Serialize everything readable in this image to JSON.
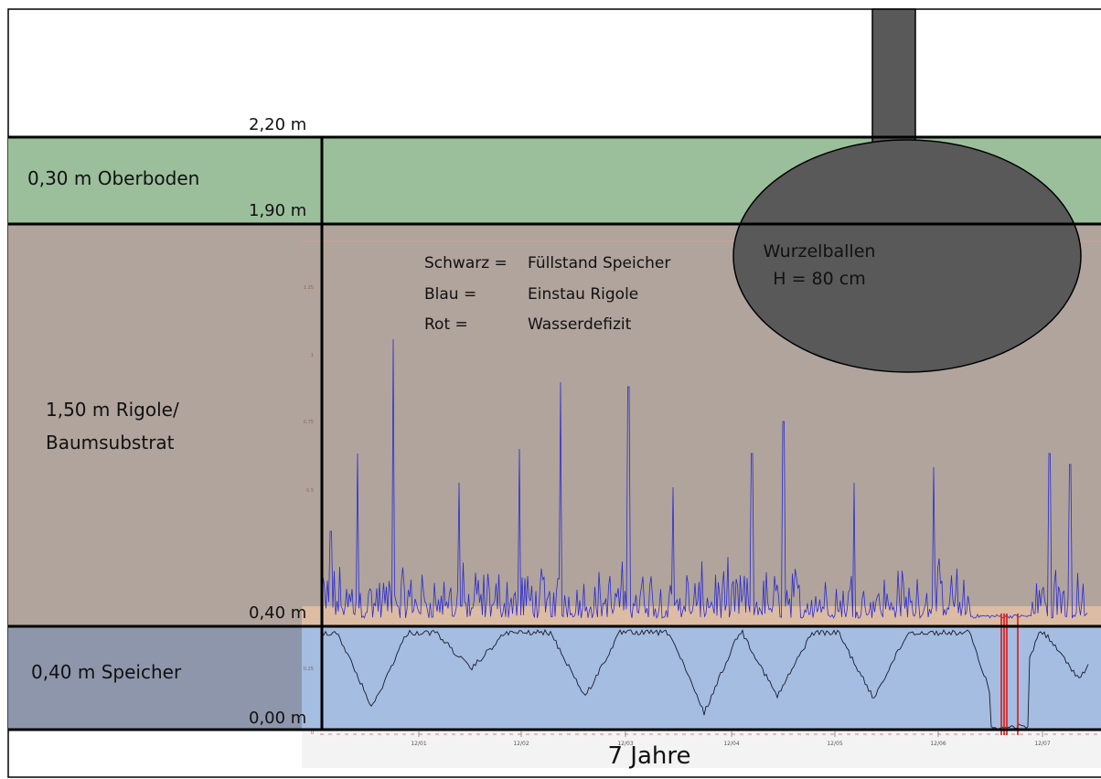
{
  "layers": {
    "top_level": "2,20 m",
    "oberboden": {
      "label": "0,30 m Oberboden",
      "bottom": "1,90 m"
    },
    "rigole": {
      "label_line1": "1,50 m Rigole/",
      "label_line2": "Baumsubstrat",
      "bottom": "0,40 m"
    },
    "speicher": {
      "label": "0,40 m Speicher",
      "bottom": "0,00 m"
    }
  },
  "tree": {
    "line1": "Wurzelballen",
    "line2": "H = 80 cm"
  },
  "legend": [
    {
      "key": "Schwarz =",
      "value": "Füllstand Speicher"
    },
    {
      "key": "Blau =",
      "value": "Einstau Rigole"
    },
    {
      "key": "Rot =",
      "value": "Wasserdefizit"
    }
  ],
  "axis_caption": "7 Jahre",
  "chart_data": {
    "type": "line",
    "y_ticks": [
      "0",
      "0.25",
      "0.5",
      "0.75",
      "1",
      "1.25"
    ],
    "x_ticks": [
      "12/01",
      "12/02",
      "12/03",
      "12/04",
      "12/05",
      "12/06",
      "12/07"
    ],
    "ylim": [
      0,
      1.4
    ],
    "series": [
      {
        "name": "Schwarz = Füllstand Speicher",
        "color": "#1a1a2e"
      },
      {
        "name": "Blau = Einstau Rigole",
        "color": "#2b2bd0"
      },
      {
        "name": "Rot = Wasserdefizit",
        "color": "#e02020"
      }
    ]
  },
  "colors": {
    "oberboden": "#9bbf9b",
    "rigole": "#b0a49c",
    "speicher": "#8e96ab",
    "chart_water": "#a4bde0",
    "chart_band": "#dcbca2",
    "tree": "#595959"
  }
}
